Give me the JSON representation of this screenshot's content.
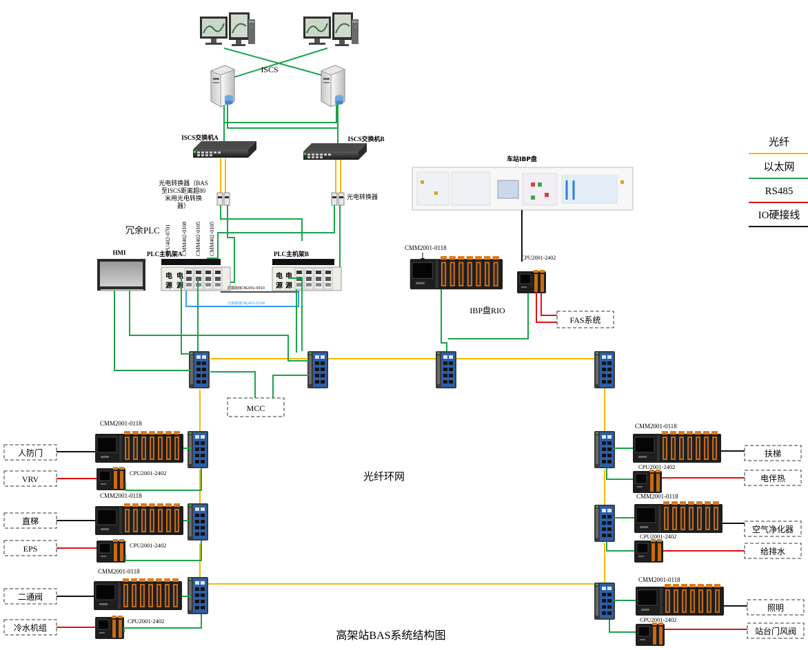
{
  "title": "高架站BAS系统结构图",
  "center_label": "光纤环网",
  "legend": [
    {
      "label": "光纤",
      "color": "#f5b800"
    },
    {
      "label": "以太网",
      "color": "#1aa34a"
    },
    {
      "label": "RS485",
      "color": "#e01010"
    },
    {
      "label": "IO硬接线",
      "color": "#111111"
    }
  ],
  "top": {
    "iscs_label": "ISCS",
    "switch_a": "ISCS交换机A",
    "switch_b": "ISCS交换机B",
    "converter_a": [
      "光电转换器（BAS",
      "至ISCS距离超80",
      "米用光电转换",
      "器）"
    ],
    "converter_b": "光电转换器",
    "redundant_plc": "冗余PLC",
    "hmi": "HMI",
    "rack_a": "PLC主机架A",
    "rack_b": "PLC主机架B",
    "module_labels": [
      "CPU402-0701",
      "CMM402-0108",
      "CMM402-0105",
      "CMM402-0105"
    ],
    "power_top": "电",
    "power_bottom": "源",
    "expansion_cable": "扩展缆线CNL001-0010",
    "redundant_cable": "冗余缆线CNL401-0104",
    "mcc": "MCC"
  },
  "ibp": {
    "panel_title": "车站IBP盘",
    "rio_cmm": "CMM2001-0118",
    "rio_cpu": "CPU2001-2402",
    "rio_label": "IBP盘RIO",
    "fas": "FAS系统"
  },
  "left_nodes": [
    {
      "cmm": "CMM2001-0118",
      "cpu": "CPU2001-2402",
      "io_device": "人防门",
      "rs485_device": "VRV"
    },
    {
      "cmm": "CMM2001-0118",
      "cpu": "CPU2001-2402",
      "io_device": "直梯",
      "rs485_device": "EPS"
    },
    {
      "cmm": "CMM2001-0118",
      "cpu": "CPU2001-2402",
      "io_device": "二通阀",
      "rs485_device": "冷水机组"
    }
  ],
  "right_nodes": [
    {
      "cmm": "CMM2001-0118",
      "cpu": "CPU2001-2402",
      "io_device": "扶梯",
      "rs485_device": "电伴热"
    },
    {
      "cmm": "CMM2001-0118",
      "cpu": "CPU2001-2402",
      "io_device": "空气净化器",
      "rs485_device": "给排水"
    },
    {
      "cmm": "CMM2001-0118",
      "cpu": "CPU2001-2402",
      "io_device": "照明",
      "rs485_device": "站台门风阀"
    }
  ],
  "colors": {
    "fiber": "#f5b800",
    "ethernet": "#1aa34a",
    "rs485": "#e01010",
    "io": "#111111",
    "redundant_cable": "#3399ee",
    "switch_body": "#2d5fa8",
    "plc_body": "#1e1e1e",
    "plc_module": "#e07a1a"
  }
}
